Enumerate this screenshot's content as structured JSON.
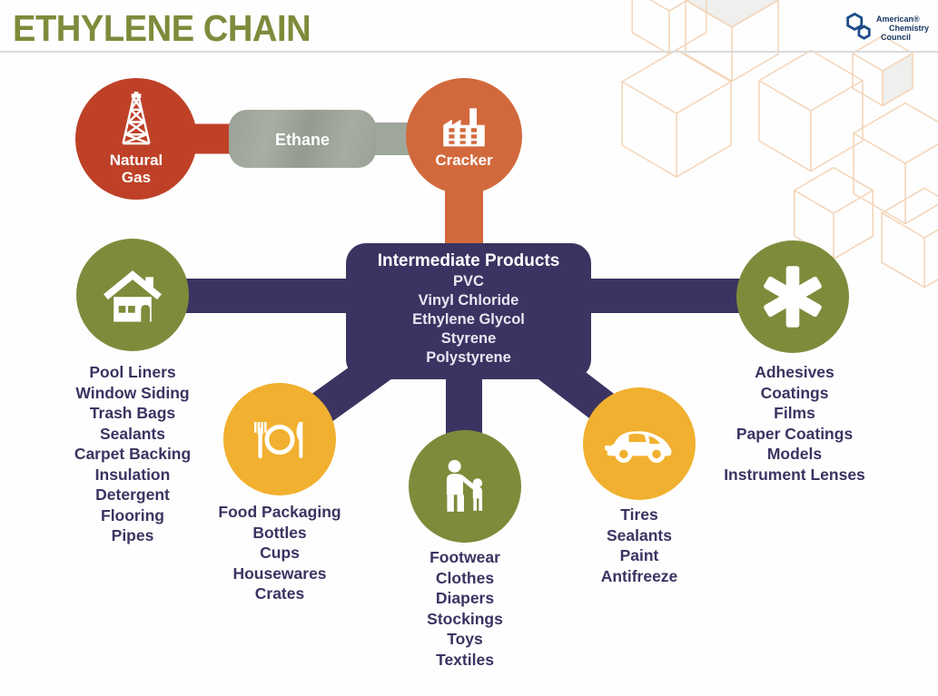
{
  "page": {
    "title": "ETHYLENE CHAIN"
  },
  "logo": {
    "name": "American Chemistry Council",
    "lines": [
      "American®",
      "Chemistry",
      "Council"
    ]
  },
  "chain": {
    "natural_gas": {
      "label": "Natural\nGas",
      "icon": "oil-derrick-icon"
    },
    "ethane": {
      "label": "Ethane"
    },
    "cracker": {
      "label": "Cracker",
      "icon": "factory-icon"
    },
    "intermediate": {
      "title": "Intermediate Products",
      "items": [
        "PVC",
        "Vinyl Chloride",
        "Ethylene Glycol",
        "Styrene",
        "Polystyrene"
      ]
    }
  },
  "products": [
    {
      "icon": "house-icon",
      "items": [
        "Pool Liners",
        "Window Siding",
        "Trash Bags",
        "Sealants",
        "Carpet Backing",
        "Insulation",
        "Detergent",
        "Flooring",
        "Pipes"
      ]
    },
    {
      "icon": "food-plate-icon",
      "items": [
        "Food Packaging",
        "Bottles",
        "Cups",
        "Housewares",
        "Crates"
      ]
    },
    {
      "icon": "adult-child-icon",
      "items": [
        "Footwear",
        "Clothes",
        "Diapers",
        "Stockings",
        "Toys",
        "Textiles"
      ]
    },
    {
      "icon": "car-icon",
      "items": [
        "Tires",
        "Sealants",
        "Paint",
        "Antifreeze"
      ]
    },
    {
      "icon": "asterisk-icon",
      "items": [
        "Adhesives",
        "Coatings",
        "Films",
        "Paper Coatings",
        "Models",
        "Instrument Lenses"
      ]
    }
  ],
  "palette": {
    "title_green": "#7D8C3B",
    "olive": "#7D8C3B",
    "rust_red": "#BE4127",
    "orange": "#D2693C",
    "gray_pill": "#9FA69C",
    "navy": "#3B3462",
    "yellow": "#F1B02F",
    "cube_outline": "#F3D4B6",
    "logo_blue": "#1D4E89"
  }
}
